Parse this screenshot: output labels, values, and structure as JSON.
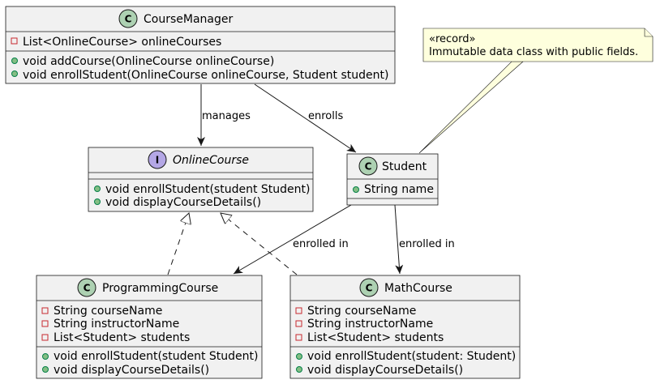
{
  "colors": {
    "class_fill": "#F1F1F1",
    "class_border": "#181818",
    "class_badge": "#ADD1B2",
    "interface_badge": "#B4A7E5",
    "note_fill": "#FEFFDD",
    "note_border": "#181818",
    "public_marker": "#84BE84",
    "private_marker": "#C82930"
  },
  "classes": {
    "course_manager": {
      "name": "CourseManager",
      "badge": "C",
      "fields": [
        {
          "vis": "private",
          "text": "List<OnlineCourse> onlineCourses"
        }
      ],
      "methods": [
        {
          "vis": "public",
          "text": "void addCourse(OnlineCourse onlineCourse)"
        },
        {
          "vis": "public",
          "text": "void enrollStudent(OnlineCourse onlineCourse, Student student)"
        }
      ]
    },
    "online_course": {
      "name": "OnlineCourse",
      "badge": "I",
      "fields": [],
      "methods": [
        {
          "vis": "public",
          "text": "void enrollStudent(student Student)"
        },
        {
          "vis": "public",
          "text": "void displayCourseDetails()"
        }
      ]
    },
    "student": {
      "name": "Student",
      "badge": "C",
      "fields": [
        {
          "vis": "public",
          "text": "String name"
        }
      ],
      "methods": []
    },
    "programming_course": {
      "name": "ProgrammingCourse",
      "badge": "C",
      "fields": [
        {
          "vis": "private",
          "text": "String courseName"
        },
        {
          "vis": "private",
          "text": "String instructorName"
        },
        {
          "vis": "private",
          "text": "List<Student> students"
        }
      ],
      "methods": [
        {
          "vis": "public",
          "text": "void enrollStudent(student Student)"
        },
        {
          "vis": "public",
          "text": "void displayCourseDetails()"
        }
      ]
    },
    "math_course": {
      "name": "MathCourse",
      "badge": "C",
      "fields": [
        {
          "vis": "private",
          "text": "String courseName"
        },
        {
          "vis": "private",
          "text": "String instructorName"
        },
        {
          "vis": "private",
          "text": "List<Student> students"
        }
      ],
      "methods": [
        {
          "vis": "public",
          "text": "void enrollStudent(student: Student)"
        },
        {
          "vis": "public",
          "text": "void displayCourseDetails()"
        }
      ]
    }
  },
  "relations": {
    "manages": "manages",
    "enrolls": "enrolls",
    "enrolled_in_programming": "enrolled in",
    "enrolled_in_math": "enrolled in"
  },
  "note": {
    "stereotype": "«record»",
    "text": "Immutable data class with public fields."
  }
}
